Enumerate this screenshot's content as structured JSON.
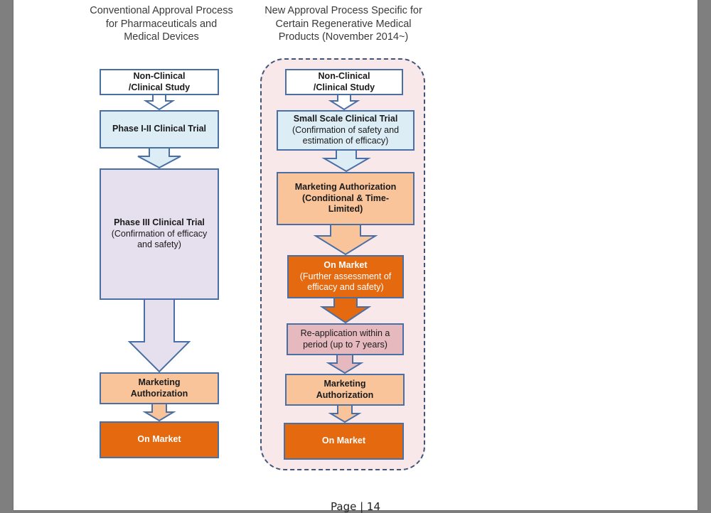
{
  "titles": {
    "left": "Conventional Approval Process\nfor Pharmaceuticals and\nMedical Devices",
    "right": "New Approval Process Specific for\nCertain Regenerative Medical\nProducts (November 2014~)"
  },
  "left_flow": [
    {
      "bold": "Non-Clinical\n/Clinical Study",
      "normal": "",
      "style": "white"
    },
    {
      "bold": "Phase I-II Clinical Trial",
      "normal": "",
      "style": "lightblue"
    },
    {
      "bold": "Phase III Clinical Trial",
      "normal": "(Confirmation of efficacy\nand safety)",
      "style": "lavender"
    },
    {
      "bold": "Marketing\nAuthorization",
      "normal": "",
      "style": "peach"
    },
    {
      "bold": "On Market",
      "normal": "",
      "style": "orange"
    }
  ],
  "right_flow": [
    {
      "bold": "Non-Clinical\n/Clinical Study",
      "normal": "",
      "style": "white"
    },
    {
      "bold": "Small Scale Clinical Trial",
      "normal": "(Confirmation of safety and\nestimation of efficacy)",
      "style": "lightblue"
    },
    {
      "bold": "Marketing Authorization\n(Conditional & Time-\nLimited)",
      "normal": "",
      "style": "peach"
    },
    {
      "bold": "On Market",
      "normal": "(Further  assessment of\nefficacy and safety)",
      "style": "orange"
    },
    {
      "bold": "",
      "normal": "Re-application within a\nperiod (up to 7 years)",
      "style": "pink"
    },
    {
      "bold": "Marketing\nAuthorization",
      "normal": "",
      "style": "peach"
    },
    {
      "bold": "On Market",
      "normal": "",
      "style": "orange"
    }
  ],
  "colors": {
    "border": "#4a6fa5",
    "white": "#ffffff",
    "lightblue": "#dcedf6",
    "lavender": "#e6e0ee",
    "peach": "#fac49a",
    "orange": "#e4690f",
    "pink": "#e6b9bf",
    "container_bg": "#f8e8ea",
    "container_border": "#3f5577"
  },
  "footer": {
    "page_label": "Page | 14"
  }
}
